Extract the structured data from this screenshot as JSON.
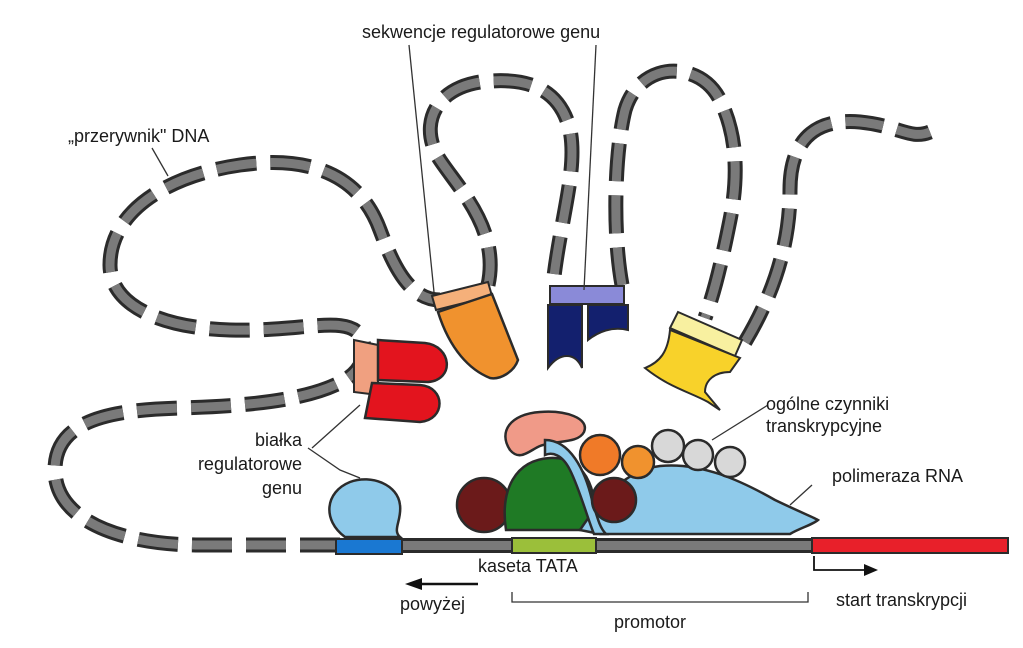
{
  "labels": {
    "spacer_dna": "„przerywnik\" DNA",
    "regulatory_sequences": "sekwencje regulatorowe genu",
    "general_factors_line1": "ogólne czynniki",
    "general_factors_line2": "transkrypcyjne",
    "regulatory_proteins_line1": "białka",
    "regulatory_proteins_line2": "regulatorowe",
    "regulatory_proteins_line3": "genu",
    "rna_polymerase": "polimeraza RNA",
    "tata_box": "kaseta TATA",
    "upstream": "powyżej",
    "transcription_start": "start transkrypcji",
    "promoter": "promotor"
  },
  "colors": {
    "dna": "#6e6e6e",
    "transcribed_region": "#e8202a",
    "tata_box": "#9bbf3a",
    "upstream_element": "#1a78d2",
    "red_protein": "#e3141e",
    "orange_protein": "#f0922e",
    "navy_protein": "#13206e",
    "yellow_protein": "#f8d22a",
    "light_blue_protein": "#8fcaea",
    "pink_factor": "#f09a88",
    "green_factor": "#1f7a25",
    "maroon_factor": "#6b1a1a",
    "grey_factor": "#d8d8d8"
  }
}
